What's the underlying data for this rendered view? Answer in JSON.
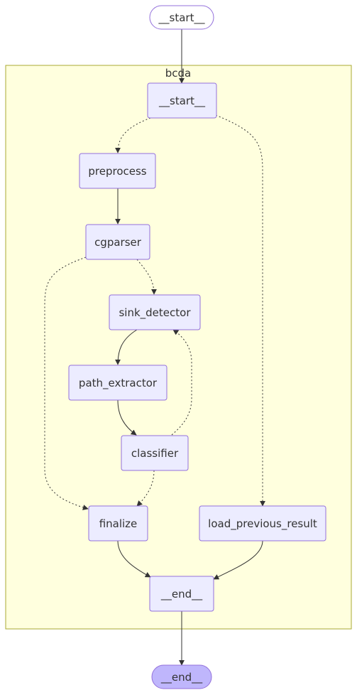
{
  "graph": {
    "outer_start": {
      "label": "__start__"
    },
    "outer_end": {
      "label": "__end__"
    },
    "cluster": {
      "label": "bcda",
      "nodes": {
        "start": {
          "label": "__start__"
        },
        "preprocess": {
          "label": "preprocess"
        },
        "cgparser": {
          "label": "cgparser"
        },
        "sink_detector": {
          "label": "sink_detector"
        },
        "path_extractor": {
          "label": "path_extractor"
        },
        "classifier": {
          "label": "classifier"
        },
        "finalize": {
          "label": "finalize"
        },
        "load_previous_result": {
          "label": "load_previous_result"
        },
        "end": {
          "label": "__end__"
        }
      }
    },
    "edges": [
      {
        "from": "outer_start",
        "to": "start",
        "style": "solid"
      },
      {
        "from": "start",
        "to": "preprocess",
        "style": "dashed"
      },
      {
        "from": "start",
        "to": "load_previous_result",
        "style": "dashed"
      },
      {
        "from": "preprocess",
        "to": "cgparser",
        "style": "solid"
      },
      {
        "from": "cgparser",
        "to": "sink_detector",
        "style": "dashed"
      },
      {
        "from": "cgparser",
        "to": "finalize",
        "style": "dashed"
      },
      {
        "from": "sink_detector",
        "to": "path_extractor",
        "style": "solid"
      },
      {
        "from": "path_extractor",
        "to": "classifier",
        "style": "solid"
      },
      {
        "from": "classifier",
        "to": "sink_detector",
        "style": "dashed"
      },
      {
        "from": "classifier",
        "to": "finalize",
        "style": "dashed"
      },
      {
        "from": "finalize",
        "to": "end",
        "style": "solid"
      },
      {
        "from": "load_previous_result",
        "to": "end",
        "style": "solid"
      },
      {
        "from": "end",
        "to": "outer_end",
        "style": "solid"
      }
    ],
    "colors": {
      "node_fill": "#ECECFF",
      "node_stroke": "#9370DB",
      "end_fill": "#BFB6FC",
      "cluster_fill": "#ffffde",
      "cluster_stroke": "#aaaa33",
      "edge": "#333333"
    }
  }
}
